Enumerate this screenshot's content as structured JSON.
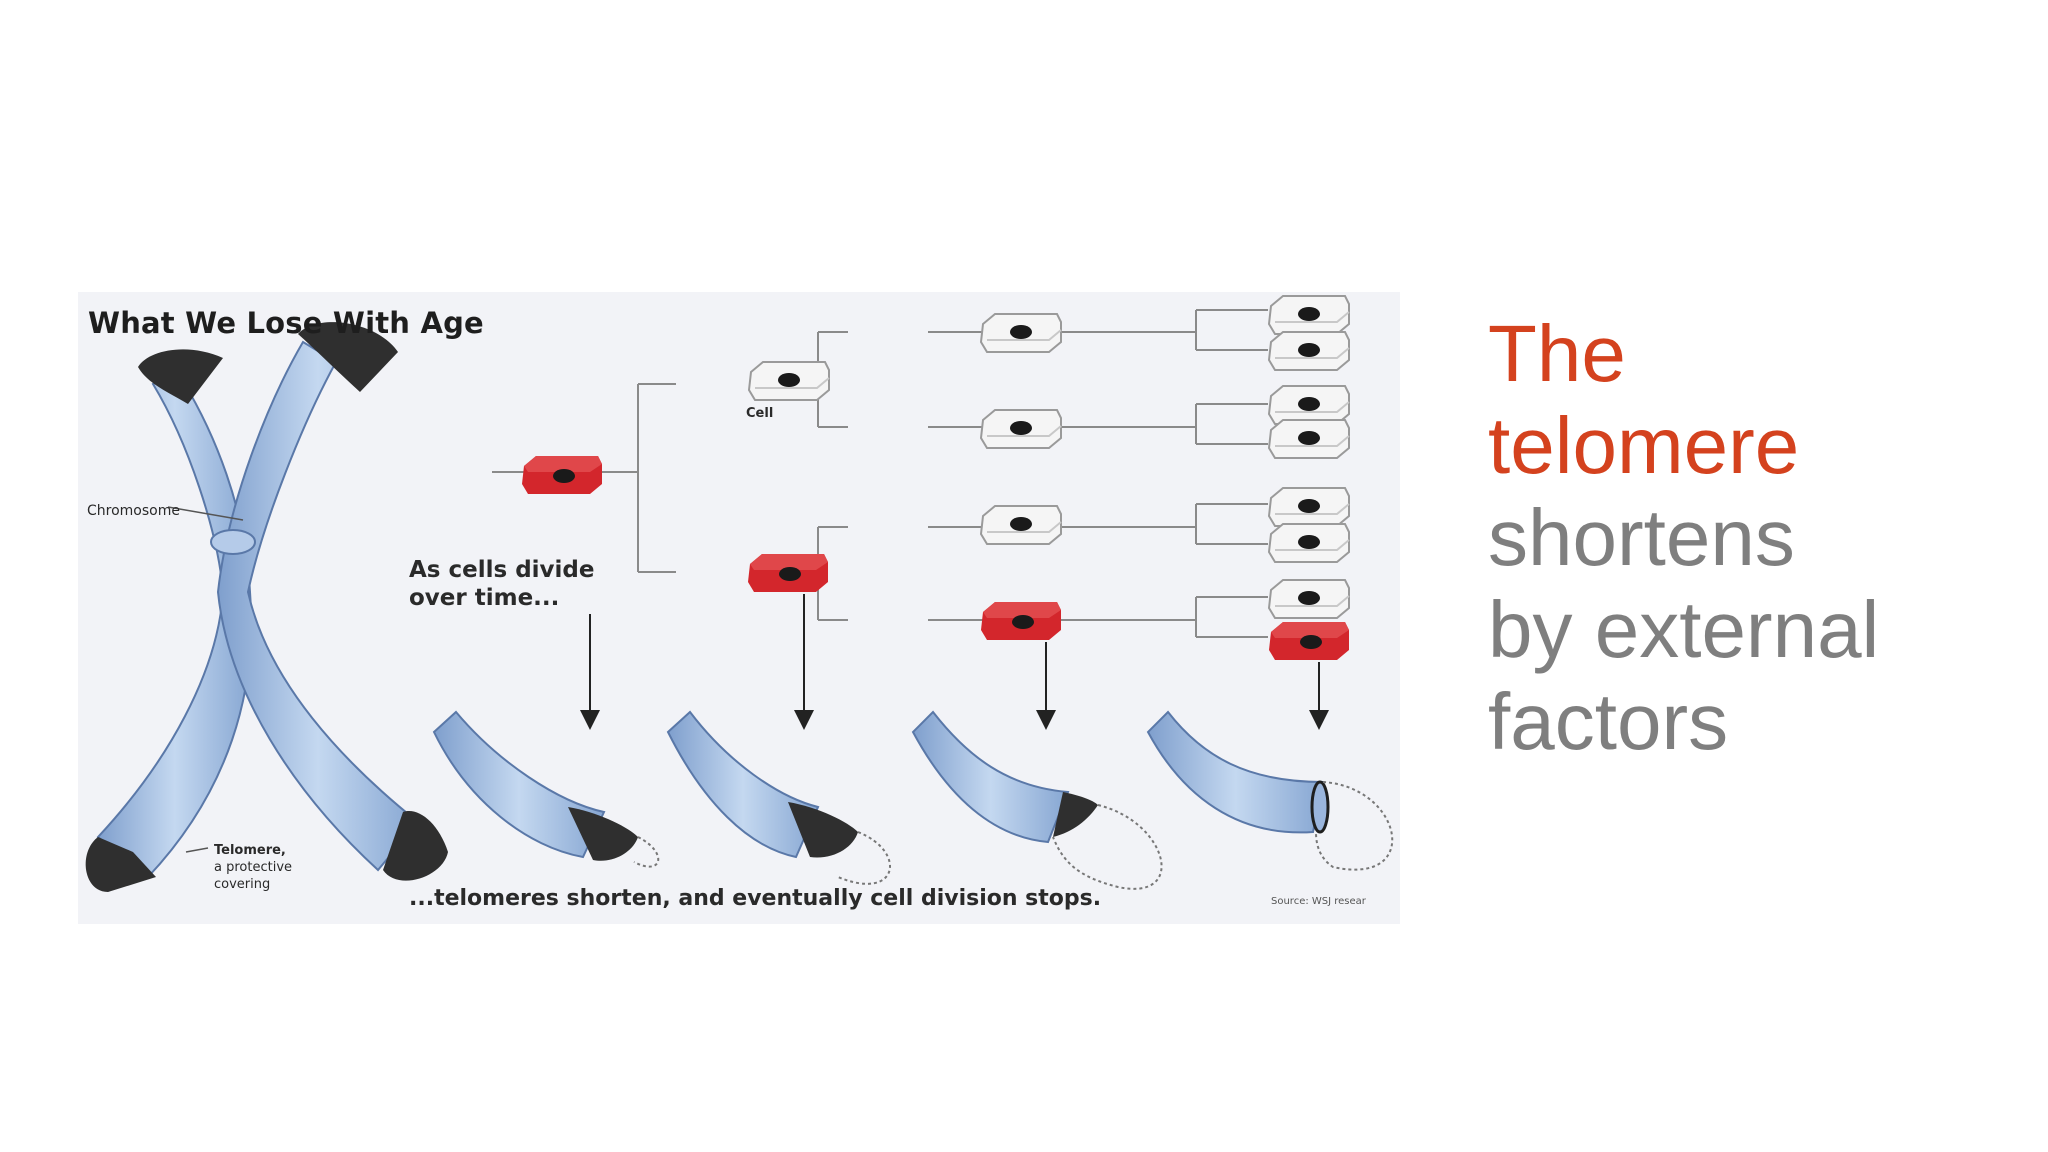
{
  "figure": {
    "title": "What We Lose With Age",
    "labels": {
      "chromosome": "Chromosome",
      "cell": "Cell",
      "telomere_line1": "Telomere,",
      "telomere_line2": "a protective",
      "telomere_line3": "covering",
      "cells_divide": "As cells divide over time...",
      "bottom": "...telomeres shorten, and eventually cell division stops.",
      "source": "Source: WSJ resear"
    },
    "colors": {
      "chromosome_blue": "#a9c4e6",
      "telomere_cap": "#3a3a3a",
      "cell_red": "#d3262c",
      "cell_white": "#f4f4f4"
    },
    "icons": [
      "chromosome-x",
      "red-cell",
      "white-cell",
      "arrow-down",
      "telomere-end"
    ]
  },
  "caption": {
    "line1": "The",
    "line2": "telomere",
    "line3": "shortens",
    "line4": "by external",
    "line5": "factors",
    "accent_color": "#d4421e",
    "muted_color": "#7f7f7f"
  }
}
